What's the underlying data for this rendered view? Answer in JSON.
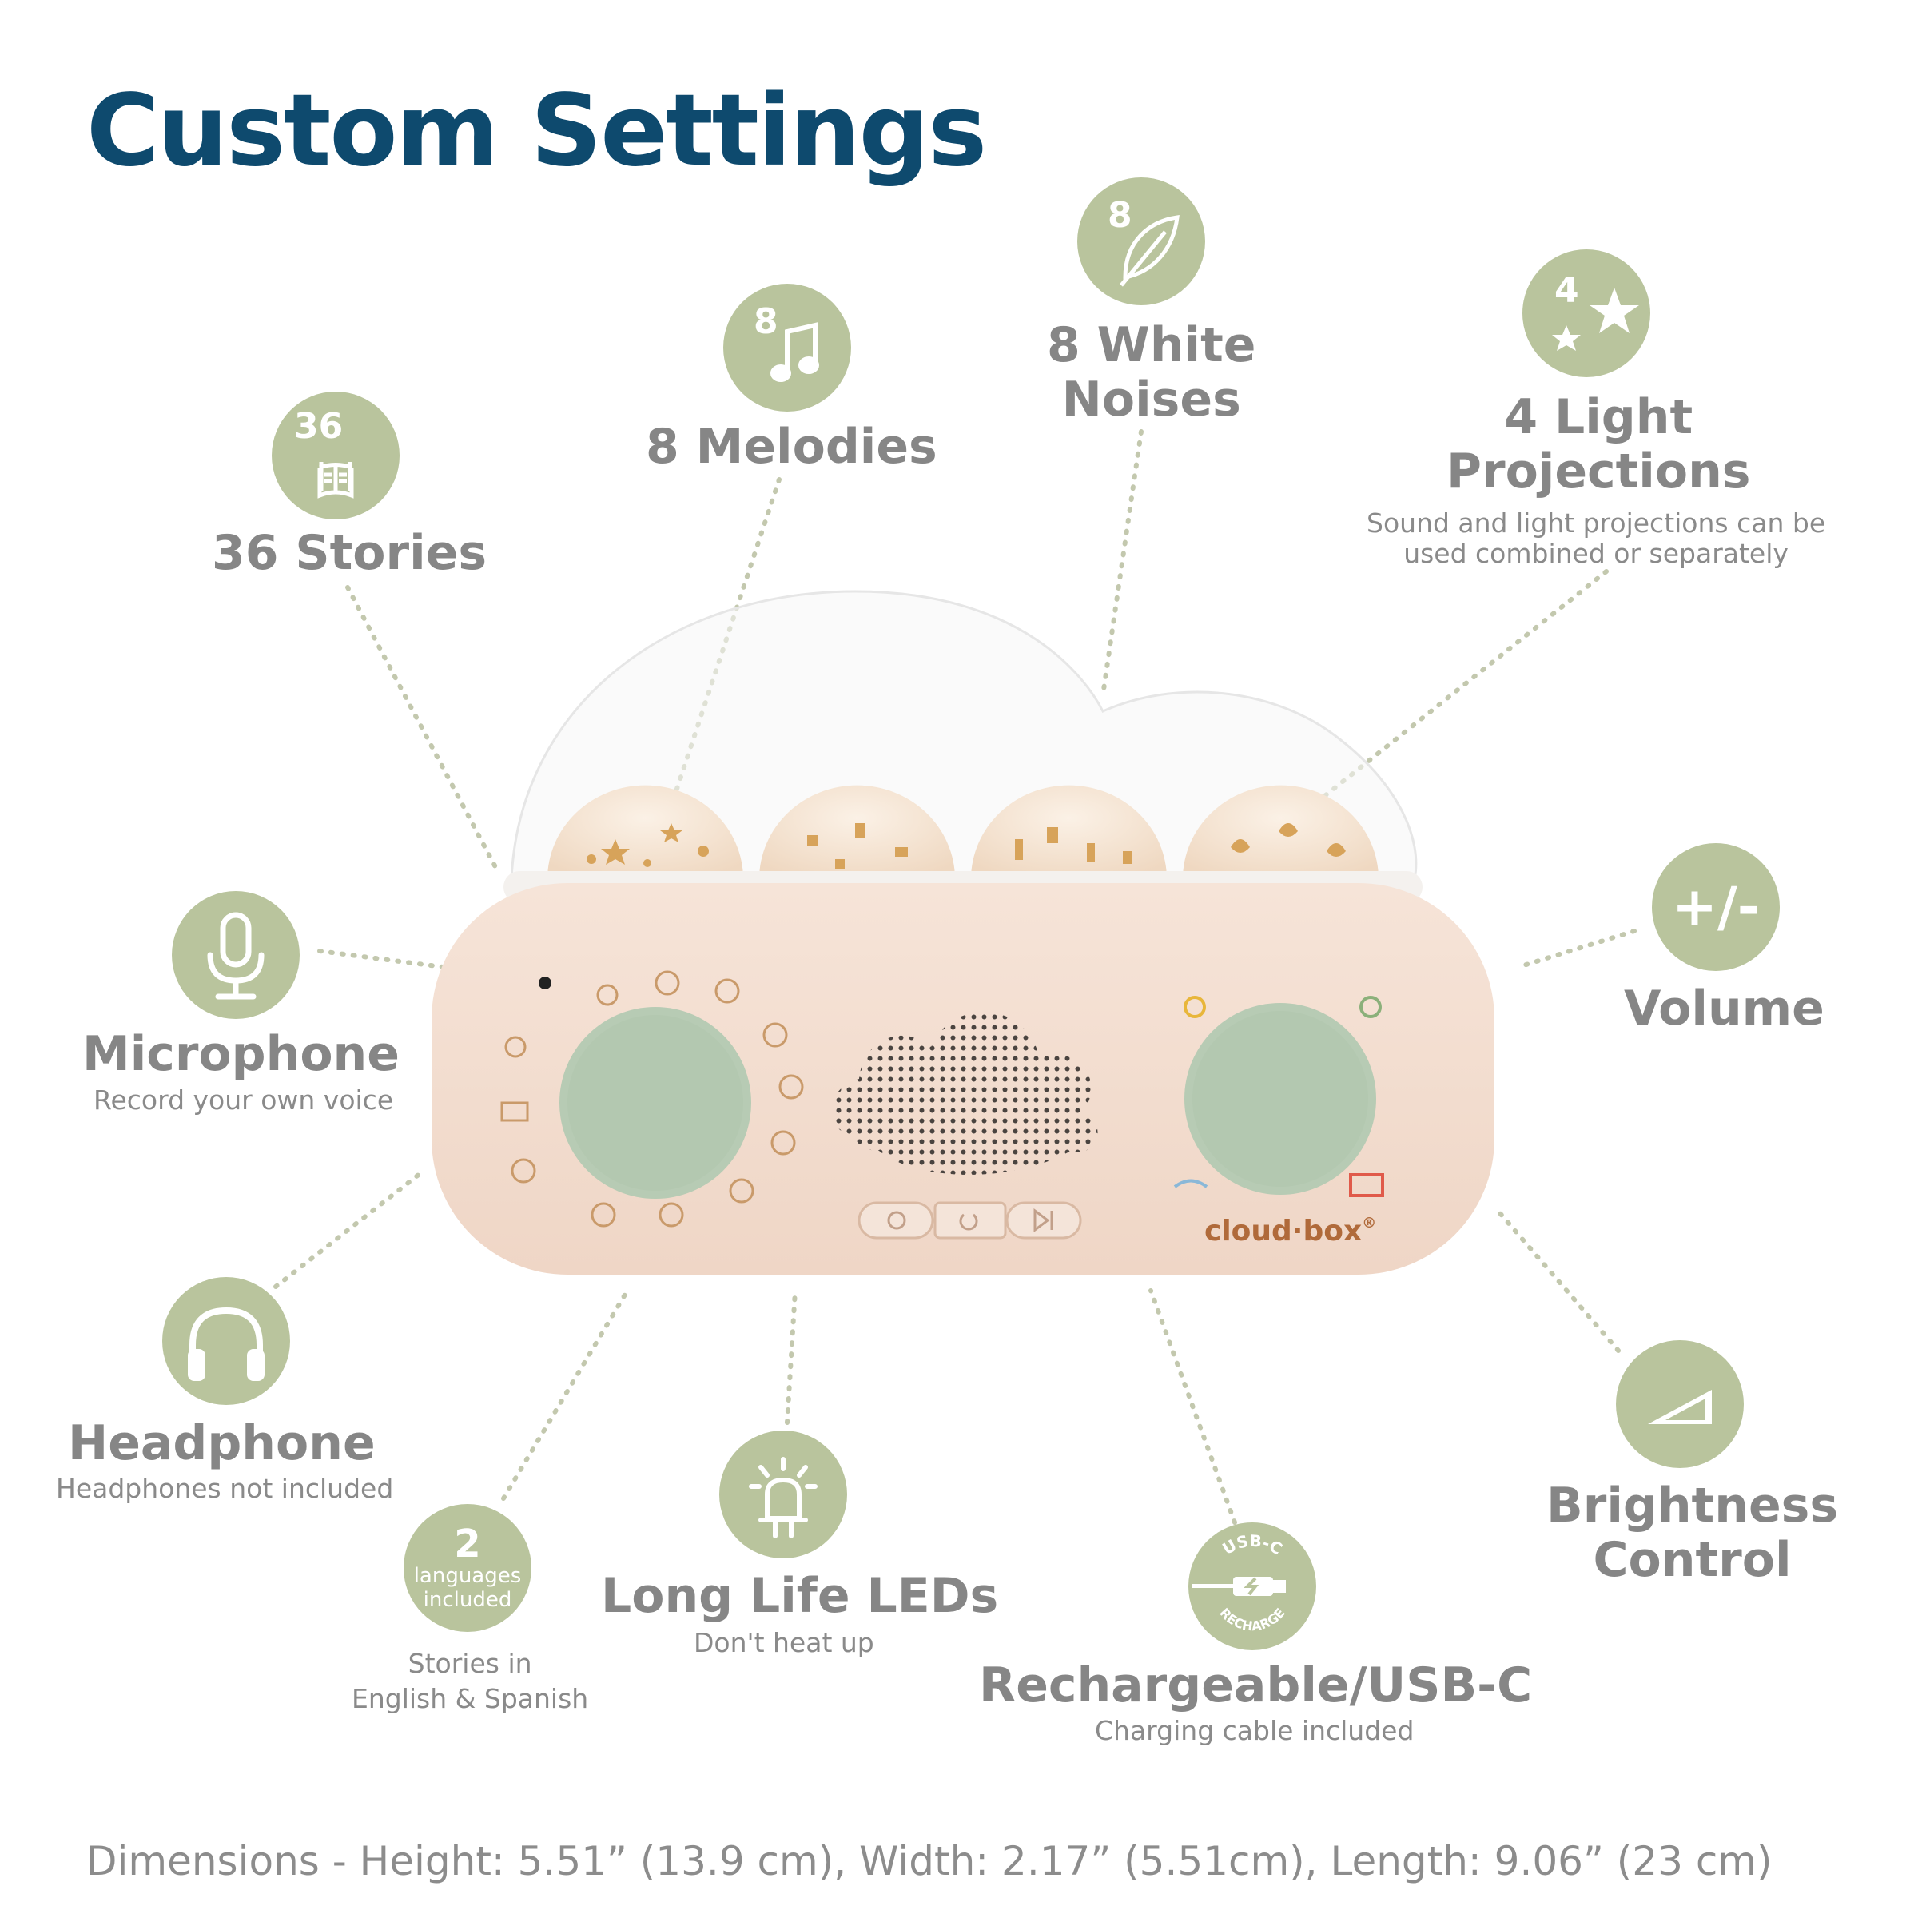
{
  "title": "Custom Settings",
  "features": {
    "stories": {
      "badge_number": "36",
      "label": "36 Stories",
      "icon": "book-icon"
    },
    "melodies": {
      "badge_number": "8",
      "label": "8 Melodies",
      "icon": "music-note-icon"
    },
    "white_noises": {
      "badge_number": "8",
      "label_line1": "8 White",
      "label_line2": "Noises",
      "icon": "leaf-icon"
    },
    "light_projections": {
      "badge_number": "4",
      "label_line1": "4 Light",
      "label_line2": "Projections",
      "note_line1": "Sound and light projections can be",
      "note_line2": "used combined or separately",
      "icon": "stars-icon"
    },
    "microphone": {
      "label": "Microphone",
      "note": "Record your own voice",
      "icon": "microphone-icon"
    },
    "volume": {
      "badge_text": "+/-",
      "label": "Volume"
    },
    "headphone": {
      "label": "Headphone",
      "note": "Headphones not included",
      "icon": "headphone-icon"
    },
    "languages": {
      "badge_number": "2",
      "badge_line1": "languages",
      "badge_line2": "included",
      "note_line1": "Stories in",
      "note_line2": "English & Spanish"
    },
    "leds": {
      "label": "Long Life LEDs",
      "note": "Don't heat up",
      "icon": "led-bulb-icon"
    },
    "recharge": {
      "badge_top": "USB-C",
      "badge_bottom": "RECHARGE",
      "label": "Rechargeable/USB-C",
      "note": "Charging cable included",
      "icon": "usb-plug-icon"
    },
    "brightness": {
      "label_line1": "Brightness",
      "label_line2": "Control",
      "icon": "brightness-wedge-icon"
    }
  },
  "device": {
    "brand": "cloud·box",
    "brand_mark": "®"
  },
  "dimensions": "Dimensions -  Height: 5.51” (13.9 cm), Width: 2.17” (5.51cm), Length: 9.06” (23 cm)",
  "colors": {
    "title": "#0e4a6e",
    "badge": "#b9c49d",
    "label": "#868686",
    "body": "#f3ddd0",
    "knob": "#b7cbb4"
  }
}
